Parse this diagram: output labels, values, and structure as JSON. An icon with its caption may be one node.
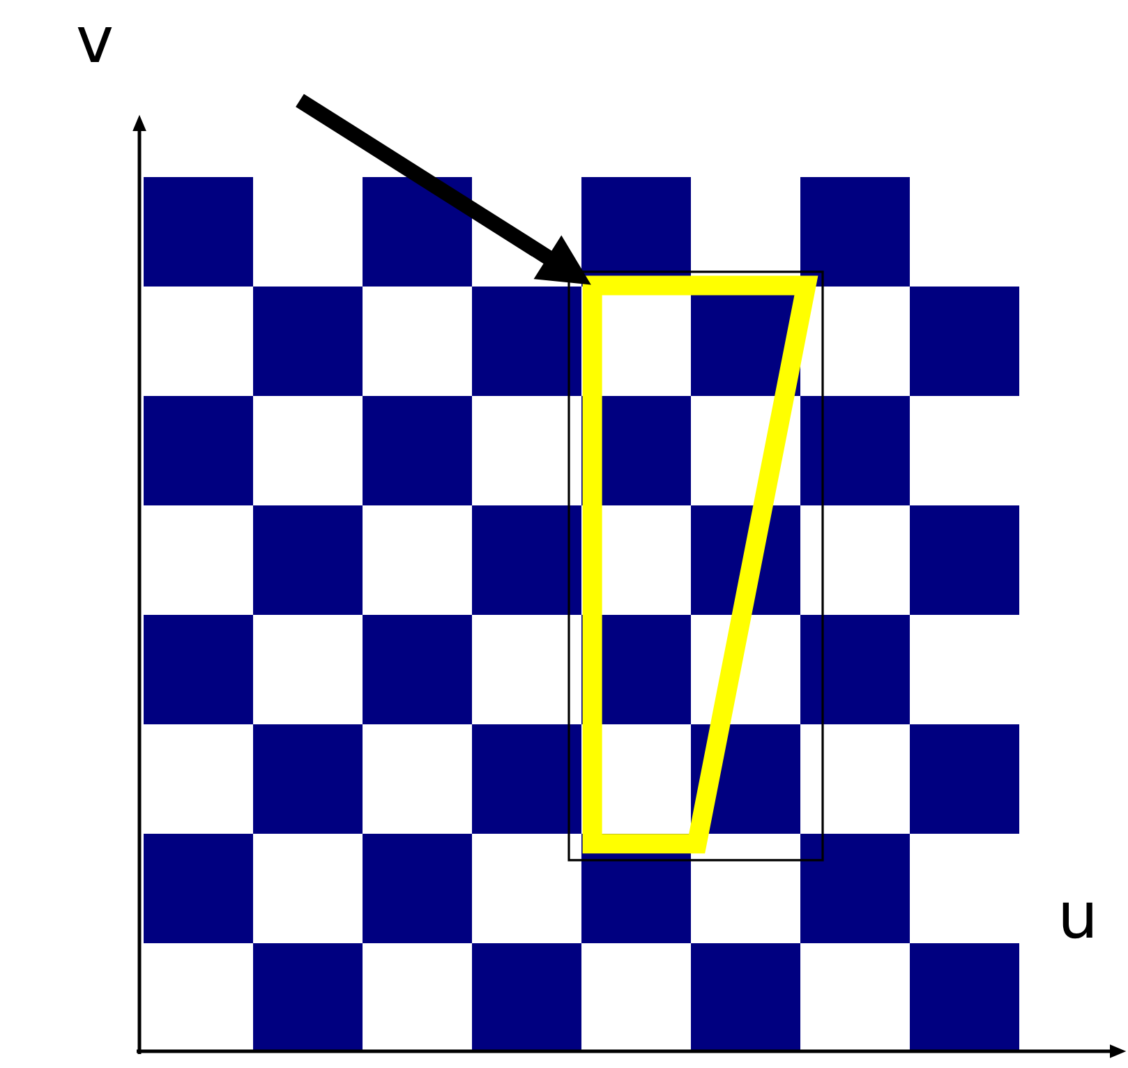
{
  "diagram": {
    "nodes": [
      {
        "text": [],
        "shape": "box"
      },
      {
        "text": [],
        "shape": "trapezoid",
        "in": 0
      }
    ],
    "edges": [
      {
        "from": null,
        "to": 1,
        "arrow": "to"
      }
    ],
    "labels": [
      "v",
      "u"
    ]
  }
}
